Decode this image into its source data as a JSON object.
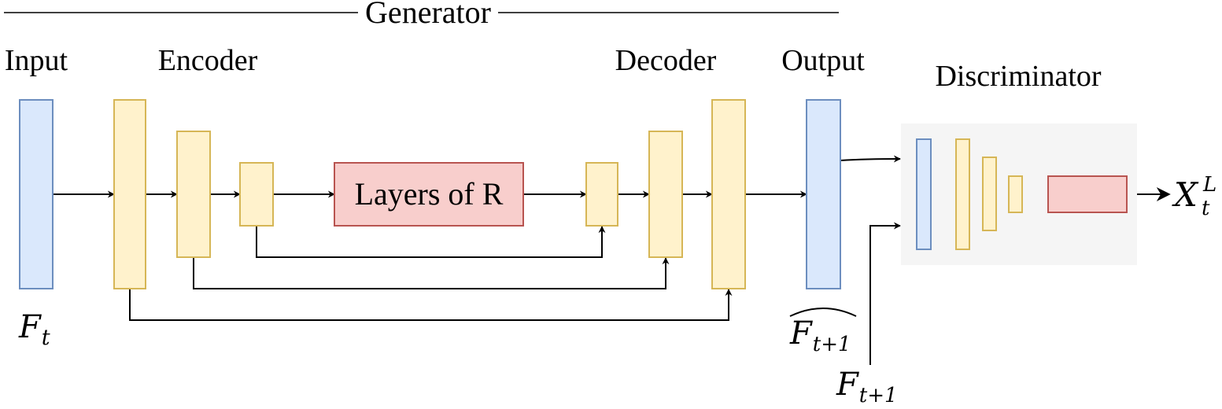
{
  "generator": {
    "title": "Generator"
  },
  "labels": {
    "input": "Input",
    "encoder": "Encoder",
    "decoder": "Decoder",
    "output": "Output",
    "discriminator": "Discriminator"
  },
  "middle_block": {
    "label": "Layers of R"
  },
  "math": {
    "input_var": "F",
    "input_sub": "t",
    "pred_var": "F",
    "pred_sub": "t+1",
    "real_var": "F",
    "real_sub": "t+1",
    "result_var": "X",
    "result_sub": "t",
    "result_sup": "L"
  },
  "colors": {
    "input_output_fill": "#dae8fc",
    "input_output_stroke": "#6c8ebf",
    "layer_fill": "#fff2cc",
    "layer_stroke": "#d6b656",
    "core_fill": "#f8cecc",
    "core_stroke": "#b85450",
    "discriminator_bg": "#f5f5f5"
  }
}
